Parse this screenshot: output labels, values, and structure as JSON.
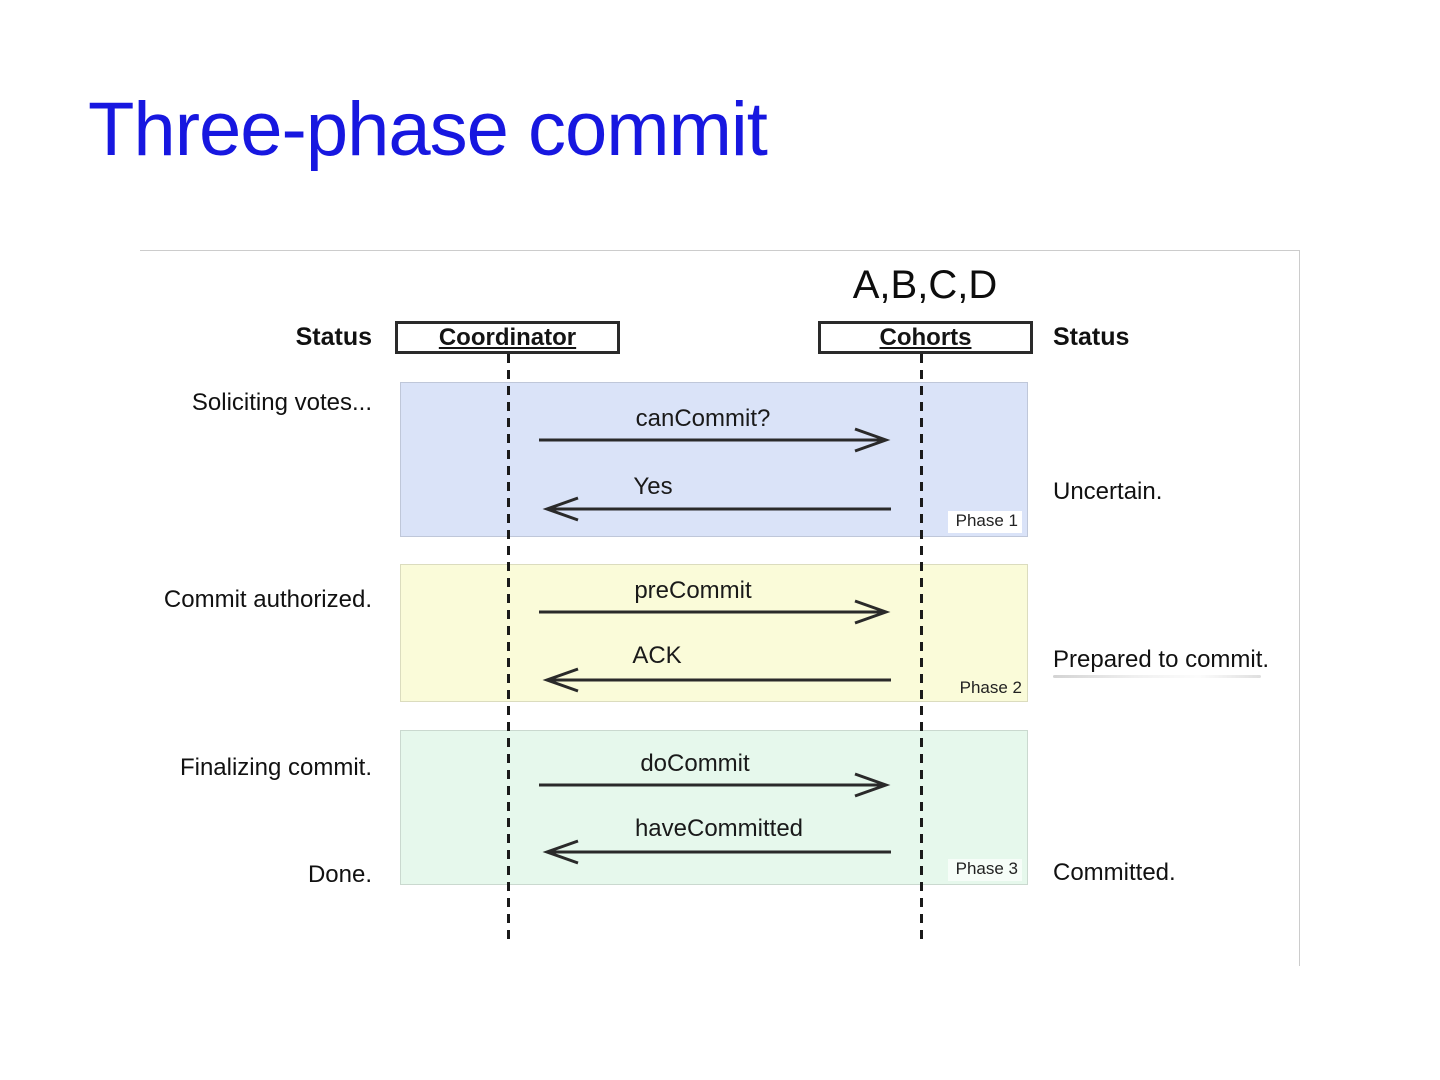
{
  "slide": {
    "title": "Three-phase commit"
  },
  "figure": {
    "group_label": "A,B,C,D",
    "status_header_left": "Status",
    "status_header_right": "Status",
    "coordinator_label": "Coordinator",
    "cohorts_label": "Cohorts",
    "phases": [
      {
        "tag": "Phase 1",
        "left_status": "Soliciting votes...",
        "right_status": "Uncertain.",
        "request": "canCommit?",
        "reply": "Yes"
      },
      {
        "tag": "Phase 2",
        "left_status": "Commit authorized.",
        "right_status": "Prepared to commit.",
        "request": "preCommit",
        "reply": "ACK"
      },
      {
        "tag": "Phase 3",
        "left_status": "Finalizing commit.",
        "right_status": "Committed.",
        "request": "doCommit",
        "reply": "haveCommitted"
      }
    ],
    "done_status": "Done."
  },
  "colors": {
    "title_blue": "#1717e0",
    "phase1_band": "#dae3f8",
    "phase2_band": "#fafbd9",
    "phase3_band": "#e6f8ec",
    "arrow": "#2a2a2a",
    "lifeline": "#1a1a1a",
    "figure_edge": "#cccccc"
  }
}
